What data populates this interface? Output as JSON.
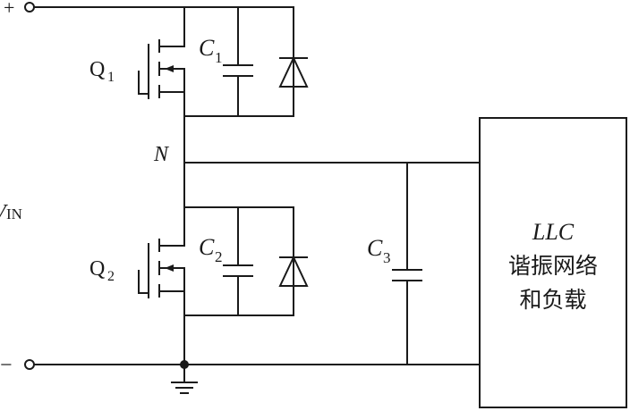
{
  "terminals": {
    "plus": "+",
    "minus": "−",
    "vin_main": "V",
    "vin_sub": "IN"
  },
  "components": {
    "q1": {
      "main": "Q",
      "sub": "1"
    },
    "q2": {
      "main": "Q",
      "sub": "2"
    },
    "c1": {
      "main": "C",
      "sub": "1"
    },
    "c2": {
      "main": "C",
      "sub": "2"
    },
    "c3": {
      "main": "C",
      "sub": "3"
    }
  },
  "node_n": "N",
  "llc_box": {
    "line1": "LLC",
    "line2": "谐振网络",
    "line3": "和负载"
  }
}
